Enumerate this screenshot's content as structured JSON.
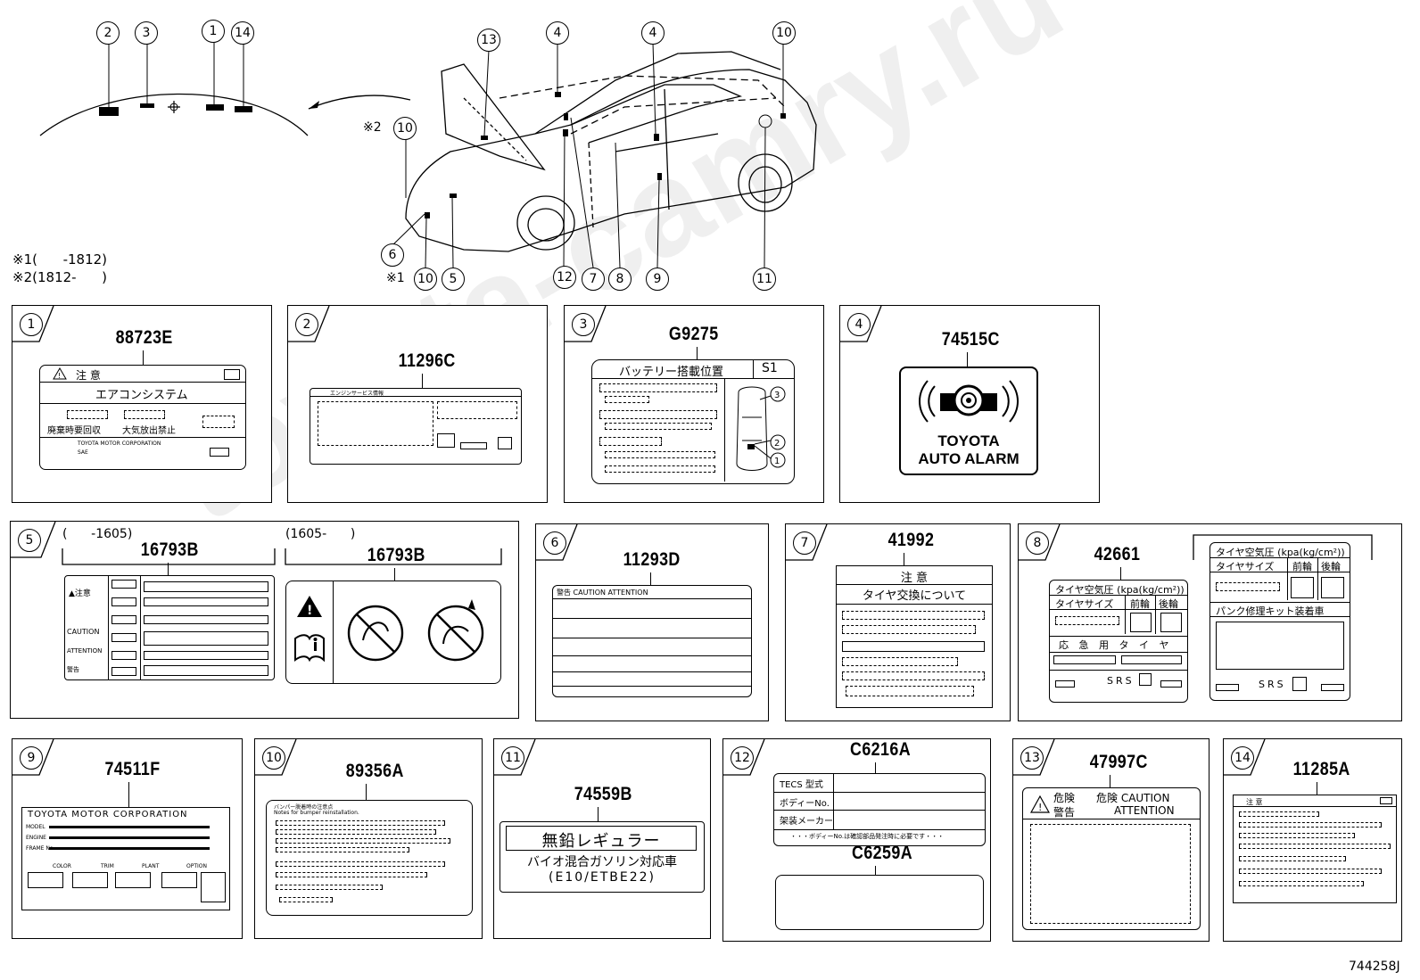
{
  "diagram_code": "744258J",
  "watermark": "toyota-camry.ru",
  "notes": [
    {
      "mark": "※1",
      "text": "(      -1812)"
    },
    {
      "mark": "※2",
      "text": "(1812-      )"
    }
  ],
  "overview_callouts": [
    "2",
    "3",
    "1",
    "14",
    "13",
    "4",
    "4",
    "10",
    "10",
    "6",
    "10",
    "5",
    "12",
    "7",
    "8",
    "9",
    "11"
  ],
  "overview_marks": [
    "※2",
    "※1"
  ],
  "panels": [
    {
      "num": "1",
      "part": "88723E",
      "title": "注 意",
      "subtitle": "エアコンシステム",
      "row": [
        "廃棄時要回収",
        "大気放出禁止"
      ],
      "maker": "TOYOTA MOTOR CORPORATION",
      "sae": "SAE"
    },
    {
      "num": "2",
      "part": "11296C",
      "header": "エンジンサービス情報"
    },
    {
      "num": "3",
      "part": "G9275",
      "title": "バッテリー搭載位置",
      "badge": "S1",
      "items": [
        "1",
        "2",
        "3"
      ]
    },
    {
      "num": "4",
      "part": "74515C",
      "line1": "TOYOTA",
      "line2": "AUTO ALARM"
    },
    {
      "num": "5",
      "ranges": [
        "(      -1605)",
        "(1605-      )"
      ],
      "part_a": "16793B",
      "part_b": "16793B",
      "rows": [
        "▲注意",
        "",
        "CAUTION",
        "ATTENTION",
        "警告"
      ]
    },
    {
      "num": "6",
      "part": "11293D",
      "header": "警告 CAUTION ATTENTION"
    },
    {
      "num": "7",
      "part": "41992",
      "title": "注 意",
      "subtitle": "タイヤ交換について"
    },
    {
      "num": "8",
      "part": "42661",
      "a_title": "タイヤ空気圧 (kpa(kg/cm²))",
      "a_cols": [
        "タイヤサイズ",
        "前輪",
        "後輪"
      ],
      "a_row": "応 急 用 タ イ ヤ",
      "srs": "SRS",
      "b_title": "タイヤ空気圧 (kpa(kg/cm²))",
      "b_cols": [
        "タイヤサイズ",
        "前輪",
        "後輪"
      ],
      "b_row": "パンク修理キット装着車"
    },
    {
      "num": "9",
      "part": "74511F",
      "maker": "TOYOTA MOTOR CORPORATION",
      "fields": [
        "MODEL",
        "ENGINE",
        "FRAME No."
      ],
      "cols": [
        "COLOR",
        "TRIM",
        "PLANT",
        "OPTION"
      ]
    },
    {
      "num": "10",
      "part": "89356A",
      "header": "バンパー脱着時の注意点",
      "note": "Notes for bumper reinstallation."
    },
    {
      "num": "11",
      "part": "74559B",
      "line1": "無鉛レギュラー",
      "line2": "バイオ混合ガソリン対応車",
      "line3": "(E10/ETBE22)"
    },
    {
      "num": "12",
      "part_a": "C6216A",
      "rows": [
        "TECS 型式",
        "ボディーNo.",
        "架装メーカー"
      ],
      "footnote": "・・・ボディーNo.は確認部品発注時に必要です・・・",
      "part_b": "C6259A"
    },
    {
      "num": "13",
      "part": "47997C",
      "line1a": "危険",
      "line1b": "危険 CAUTION",
      "line2a": "警告",
      "line2b": "ATTENTION"
    },
    {
      "num": "14",
      "part": "11285A",
      "header": "注 意"
    }
  ]
}
